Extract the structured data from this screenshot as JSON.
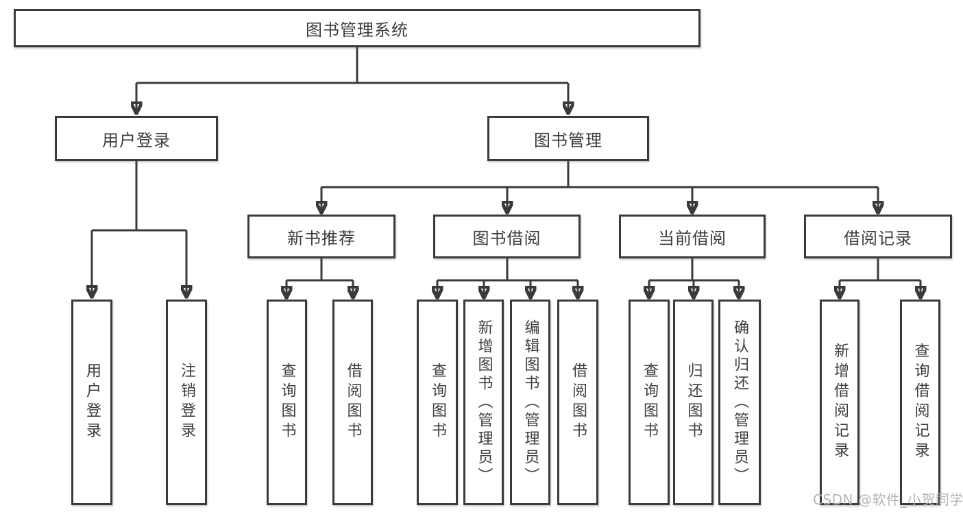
{
  "tree": {
    "label": "图书管理系统",
    "children": [
      {
        "label": "用户登录",
        "children": [
          {
            "label": "用户登录"
          },
          {
            "label": "注销登录"
          }
        ]
      },
      {
        "label": "图书管理",
        "children": [
          {
            "label": "新书推荐",
            "children": [
              {
                "label": "查询图书"
              },
              {
                "label": "借阅图书"
              }
            ]
          },
          {
            "label": "图书借阅",
            "children": [
              {
                "label": "查询图书"
              },
              {
                "label": "新增图书（管理员）"
              },
              {
                "label": "编辑图书（管理员）"
              },
              {
                "label": "借阅图书"
              }
            ]
          },
          {
            "label": "当前借阅",
            "children": [
              {
                "label": "查询图书"
              },
              {
                "label": "归还图书"
              },
              {
                "label": "确认归还（管理员）"
              }
            ]
          },
          {
            "label": "借阅记录",
            "children": [
              {
                "label": "新增借阅记录"
              },
              {
                "label": "查询借阅记录"
              }
            ]
          }
        ]
      }
    ]
  },
  "watermark": "CSDN @软件_小贺同学",
  "colors": {
    "line": "#3a3a3a",
    "box_border": "#3a3a3a",
    "text": "#3d3d3d",
    "background": "#ffffff",
    "watermark_text": "#b4b4b4"
  }
}
